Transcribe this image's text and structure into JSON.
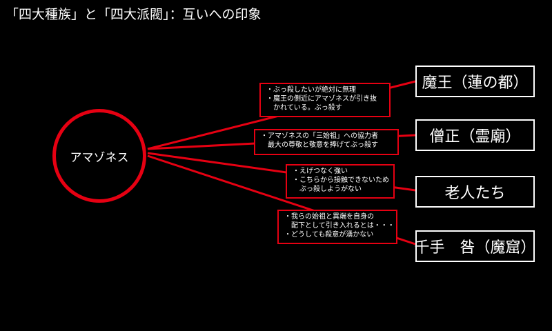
{
  "header": {
    "title": "「四大種族」と「四大派閥」：互いへの印象"
  },
  "center": {
    "label": "アマゾネス"
  },
  "colors": {
    "background": "#000000",
    "accent_red": "#e60012",
    "text": "#ffffff"
  },
  "relations": [
    {
      "target": "魔王（蓮の都）",
      "note_lines": [
        "・ぶっ殺したいが絶対に無理",
        "・魔王の側近にアマゾネスが引き抜",
        "　かれている。ぶっ殺す"
      ]
    },
    {
      "target": "僧正（霊廟）",
      "note_lines": [
        "・アマゾネスの「三始祖」への協力者",
        "　最大の尊敬と敬意を捧げてぶっ殺す"
      ]
    },
    {
      "target": "老人たち",
      "note_lines": [
        "・えげつなく強い",
        "・こちらから接触できないため",
        "　ぶっ殺しようがない"
      ]
    },
    {
      "target": "千手　咎（魔窟）",
      "note_lines": [
        "・我らの始祖と異端を自身の",
        "　配下として引き入れるとは・・・",
        "・どうしても殺意が湧かない"
      ]
    }
  ]
}
